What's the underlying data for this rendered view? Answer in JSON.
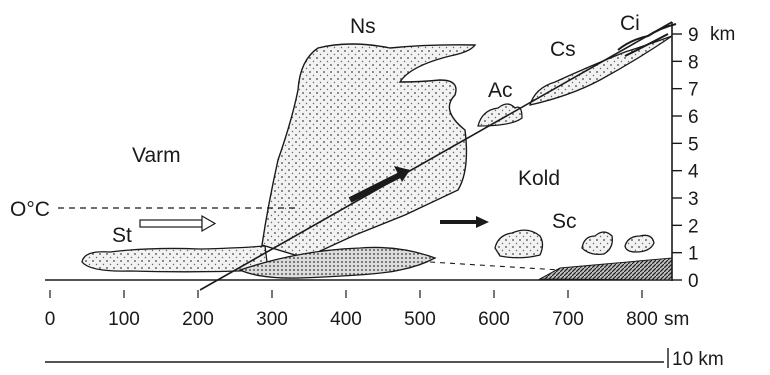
{
  "labels": {
    "ns": "Ns",
    "ci": "Ci",
    "cs": "Cs",
    "ac": "Ac",
    "varm": "Varm",
    "kold": "Kold",
    "zero_c": "O°C",
    "st": "St",
    "sc": "Sc"
  },
  "height_axis": {
    "ticks": [
      "0",
      "1",
      "2",
      "3",
      "4",
      "5",
      "6",
      "7",
      "8",
      "9"
    ],
    "unit": "km"
  },
  "distance_axis": {
    "ticks": [
      "0",
      "100",
      "200",
      "300",
      "400",
      "500",
      "600",
      "700",
      "800"
    ],
    "unit": "sm"
  },
  "scale_bar": {
    "label": "10 km"
  },
  "colors": {
    "ink": "#1a1a1a",
    "cloud_fill": "#f1f1f1",
    "cold_fill": "#e6e6e6"
  }
}
